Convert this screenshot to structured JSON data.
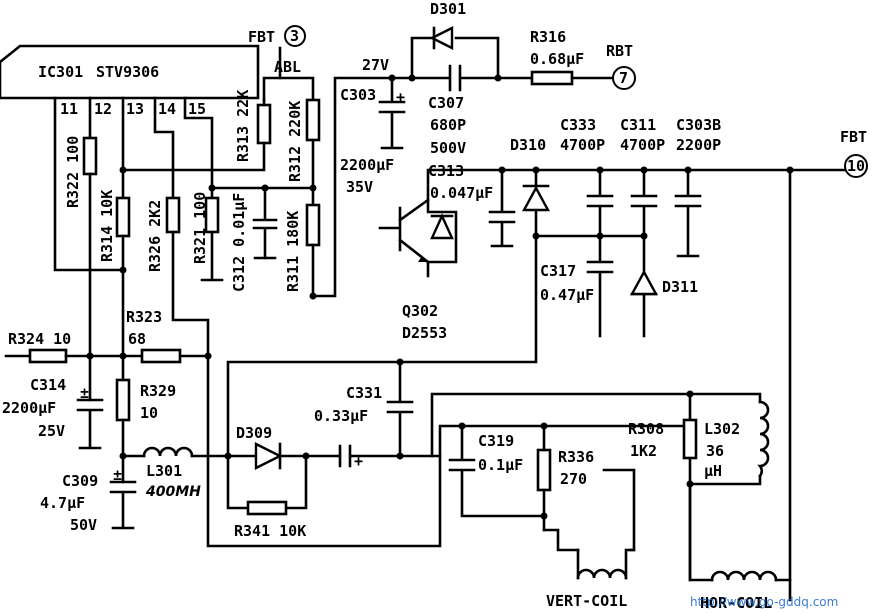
{
  "ic": {
    "ref": "IC301",
    "name": "STV9306",
    "pins": [
      "11",
      "12",
      "13",
      "14",
      "15"
    ]
  },
  "terminals": {
    "fbt3_label": "FBT",
    "fbt3_num": "3",
    "rbt_label": "RBT",
    "rbt_num": "7",
    "fbt10_label": "FBT",
    "fbt10_num": "10",
    "abl": "ABL",
    "v27": "27V"
  },
  "components": {
    "D301": "D301",
    "R316": "R316",
    "R316_val": "0.68μF",
    "C303": "C303",
    "C303_val": "2200μF",
    "C303_v": "35V",
    "C307": "C307",
    "C307_val": "680P",
    "C307_v": "500V",
    "R313": "R313 22K",
    "R312": "R312 220K",
    "R311": "R311 180K",
    "R322": "R322 100",
    "R314": "R314 10K",
    "R326": "R326 2K2",
    "R321": "R321 100",
    "C312": "C312 0.01μF",
    "C313": "C313",
    "C313_val": "0.047μF",
    "D310": "D310",
    "C333": "C333",
    "C333_val": "4700P",
    "C311": "C311",
    "C311_val": "4700P",
    "C303B": "C303B",
    "C303B_val": "2200P",
    "C317": "C317",
    "C317_val": "0.47μF",
    "D311": "D311",
    "Q302": "Q302",
    "Q302_type": "D2553",
    "R323": "R323",
    "R323_val": "68",
    "R324": "R324 10",
    "C314": "C314",
    "C314_val": "2200μF",
    "C314_v": "25V",
    "R329": "R329",
    "R329_val": "10",
    "C309": "C309",
    "C309_val": "4.7μF",
    "C309_v": "50V",
    "L301": "L301",
    "L301_val": "400MH",
    "D309": "D309",
    "R341": "R341 10K",
    "C331": "C331",
    "C331_val": "0.33μF",
    "C319": "C319",
    "C319_val": "0.1μF",
    "R336": "R336",
    "R336_val": "270",
    "R308": "R308",
    "R308_val": "1K2",
    "L302": "L302",
    "L302_val": "36",
    "L302_unit": "μH",
    "vert_coil": "VERT-COIL",
    "hor_coil": "HOR-COIL"
  },
  "watermark": "http://www.go-gddq.com"
}
